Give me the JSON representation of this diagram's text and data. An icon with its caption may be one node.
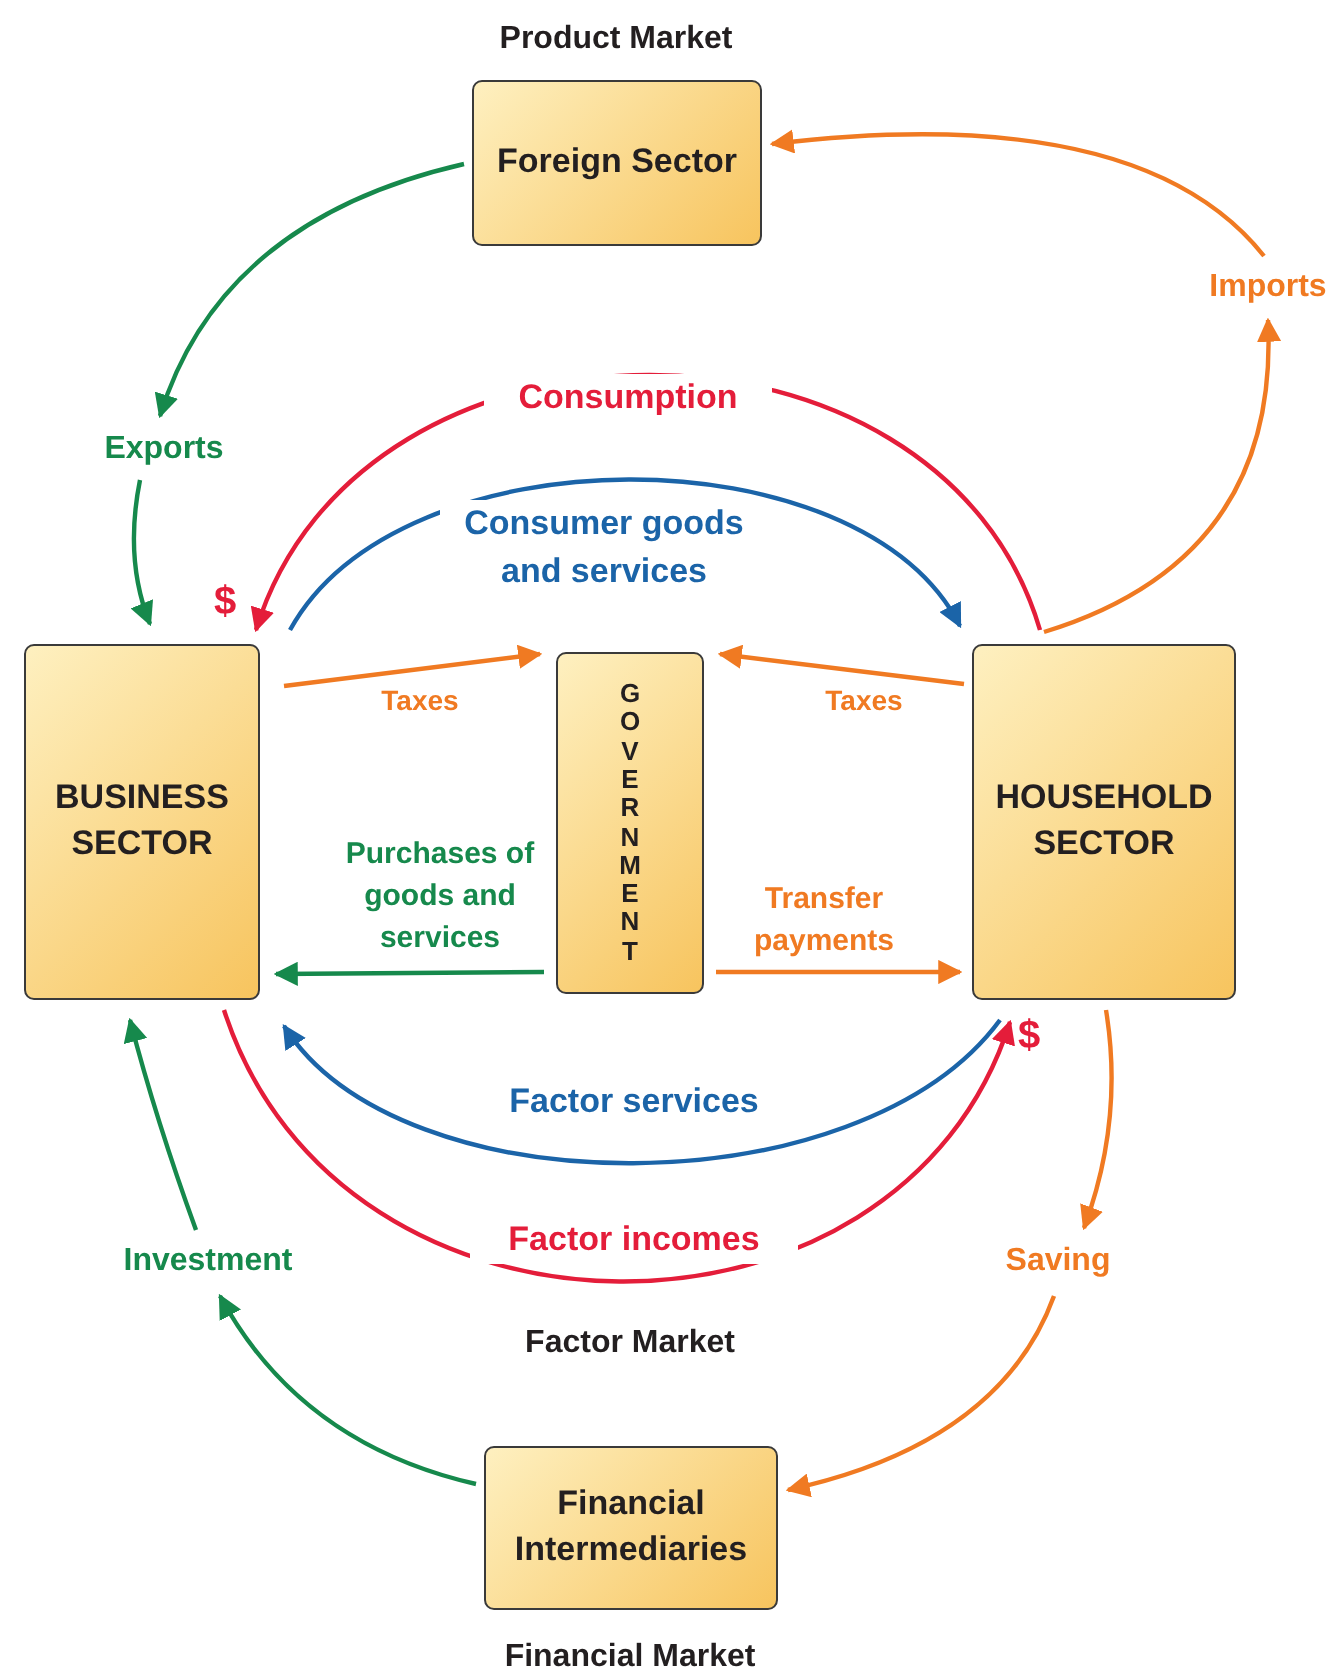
{
  "diagram": {
    "nodes": [
      {
        "text": [
          "Foreign Sector"
        ]
      },
      {
        "text": [
          "BUSINESS SECTOR"
        ],
        "beside": [
          "$"
        ]
      },
      {
        "text": [
          "GOVERNMENT"
        ]
      },
      {
        "text": [
          "HOUSEHOLD SECTOR"
        ],
        "beside": [
          "$"
        ]
      },
      {
        "text": [
          "Financial Intermediaries"
        ]
      },
      {
        "text": [
          "Exports"
        ]
      },
      {
        "text": [
          "Imports"
        ]
      },
      {
        "text": [
          "Saving"
        ]
      },
      {
        "text": [
          "Investment"
        ]
      }
    ],
    "edges": [
      {
        "from": 0,
        "to": 5,
        "arrow": "to",
        "color": "#16894c"
      },
      {
        "from": 5,
        "to": 1,
        "arrow": "to",
        "color": "#16894c"
      },
      {
        "from": 3,
        "to": 6,
        "arrow": "to",
        "color": "#f07a22"
      },
      {
        "from": 6,
        "to": 0,
        "arrow": "to",
        "color": "#f07a22"
      },
      {
        "from": 3,
        "to": 7,
        "arrow": "to",
        "color": "#f07a22"
      },
      {
        "from": 7,
        "to": 4,
        "arrow": "to",
        "color": "#f07a22"
      },
      {
        "from": 4,
        "to": 8,
        "arrow": "to",
        "color": "#16894c"
      },
      {
        "from": 8,
        "to": 1,
        "arrow": "to",
        "color": "#16894c"
      },
      {
        "from": 3,
        "to": 1,
        "arrow": "to",
        "label": "Consumption",
        "color": "#e41d3a"
      },
      {
        "from": 1,
        "to": 3,
        "arrow": "to",
        "label": "Consumer goods and services",
        "color": "#1b64a8"
      },
      {
        "from": 1,
        "to": 2,
        "arrow": "to",
        "label": "Taxes",
        "color": "#f07a22"
      },
      {
        "from": 3,
        "to": 2,
        "arrow": "to",
        "label": "Taxes",
        "color": "#f07a22"
      },
      {
        "from": 2,
        "to": 1,
        "arrow": "to",
        "label": "Purchases of goods and services",
        "color": "#16894c"
      },
      {
        "from": 2,
        "to": 3,
        "arrow": "to",
        "label": "Transfer payments",
        "color": "#f07a22"
      },
      {
        "from": 3,
        "to": 1,
        "arrow": "to",
        "label": "Factor services",
        "color": "#1b64a8"
      },
      {
        "from": 1,
        "to": 3,
        "arrow": "to",
        "label": "Factor incomes",
        "color": "#e41d3a"
      }
    ],
    "labels": [
      "Product Market",
      "Factor Market",
      "Financial Market"
    ]
  }
}
